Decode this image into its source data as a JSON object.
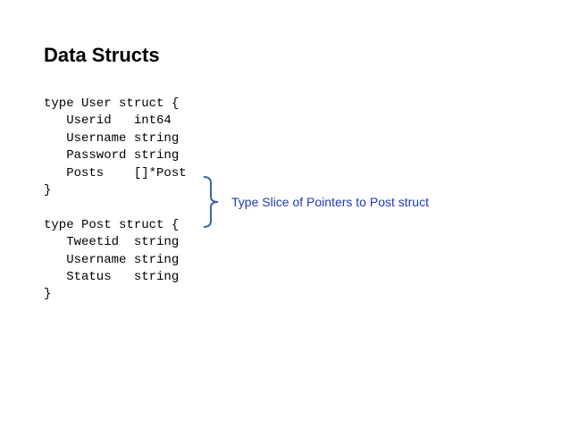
{
  "slide": {
    "title": "Data Structs",
    "code_lines": [
      "type User struct {",
      "   Userid   int64",
      "   Username string",
      "   Password string",
      "   Posts    []*Post",
      "}",
      "",
      "type Post struct {",
      "   Tweetid  string",
      "   Username string",
      "   Status   string",
      "}"
    ],
    "annotation": {
      "text": "Type Slice of Pointers to Post struct",
      "text_color": "#1f3bb3",
      "brace_color": "#3b67a8"
    }
  }
}
